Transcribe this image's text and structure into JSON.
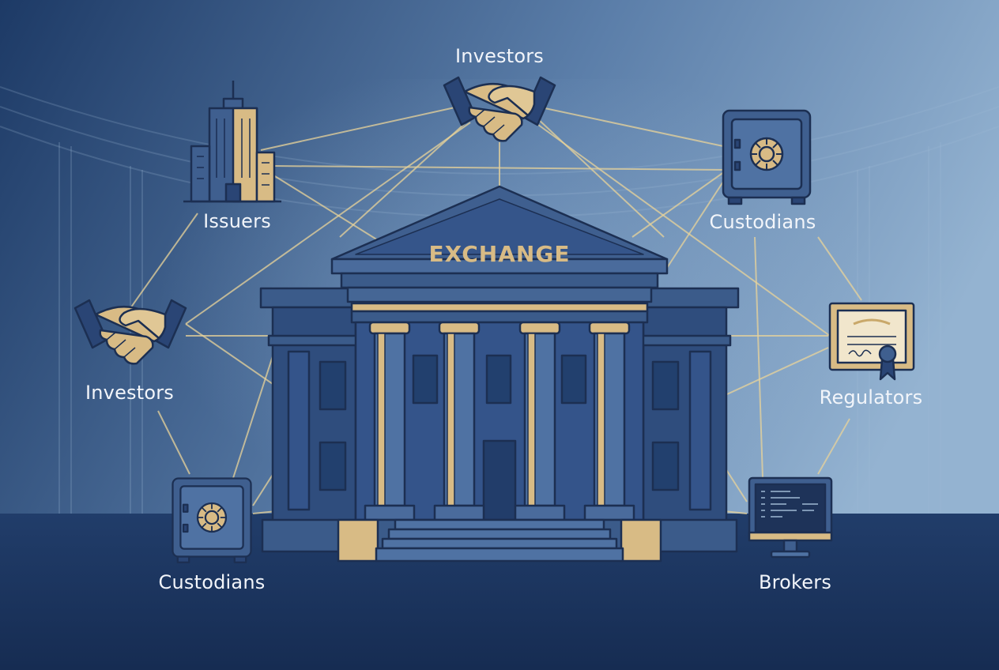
{
  "building": {
    "label": "EXCHANGE"
  },
  "nodes": [
    {
      "id": "investors-top",
      "label": "Investors",
      "icon": "handshake-icon"
    },
    {
      "id": "issuers",
      "label": "Issuers",
      "icon": "skyscraper-icon"
    },
    {
      "id": "custodians-top",
      "label": "Custodians",
      "icon": "safe-icon"
    },
    {
      "id": "investors-left",
      "label": "Investors",
      "icon": "handshake-icon"
    },
    {
      "id": "regulators",
      "label": "Regulators",
      "icon": "certificate-icon"
    },
    {
      "id": "custodians-bottom",
      "label": "Custodians",
      "icon": "safe-icon"
    },
    {
      "id": "brokers",
      "label": "Brokers",
      "icon": "computer-monitor-icon"
    }
  ],
  "colors": {
    "background_light": "#8fb0cf",
    "background_dark": "#1b3560",
    "building_blue": "#3f5f8f",
    "outline_navy": "#1c2f52",
    "gold": "#d8bb85",
    "connection_line": "#e8d39a"
  }
}
